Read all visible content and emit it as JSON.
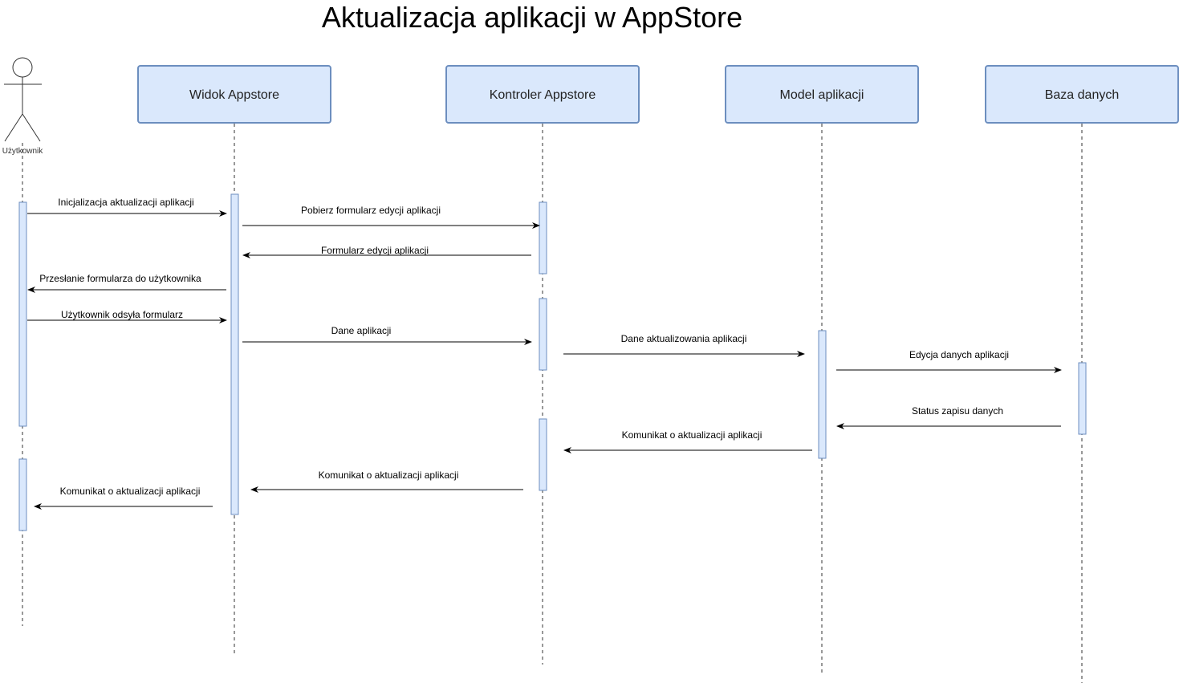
{
  "title": "Aktualizacja aplikacji w AppStore",
  "actor": {
    "label": "Użytkownik"
  },
  "participants": [
    {
      "id": "widok",
      "label": "Widok Appstore"
    },
    {
      "id": "kontroler",
      "label": "Kontroler Appstore"
    },
    {
      "id": "model",
      "label": "Model aplikacji"
    },
    {
      "id": "baza",
      "label": "Baza danych"
    }
  ],
  "messages": [
    {
      "label": "Inicjalizacja aktualizacji aplikacji",
      "from": "actor",
      "to": "widok"
    },
    {
      "label": "Pobierz formularz edycji aplikacji",
      "from": "widok",
      "to": "kontroler"
    },
    {
      "label": "Formularz edycji aplikacji",
      "from": "kontroler",
      "to": "widok"
    },
    {
      "label": "Przesłanie formularza do użytkownika",
      "from": "widok",
      "to": "actor"
    },
    {
      "label": "Użytkownik odsyła formularz",
      "from": "actor",
      "to": "widok"
    },
    {
      "label": "Dane aplikacji",
      "from": "widok",
      "to": "kontroler"
    },
    {
      "label": "Dane aktualizowania aplikacji",
      "from": "kontroler",
      "to": "model"
    },
    {
      "label": "Edycja danych aplikacji",
      "from": "model",
      "to": "baza"
    },
    {
      "label": "Status zapisu danych",
      "from": "baza",
      "to": "model"
    },
    {
      "label": "Komunikat o aktualizacji aplikacji",
      "from": "model",
      "to": "kontroler"
    },
    {
      "label": "Komunikat o aktualizacji aplikacji",
      "from": "kontroler",
      "to": "widok"
    },
    {
      "label": "Komunikat o aktualizacji aplikacji",
      "from": "widok",
      "to": "actor"
    }
  ],
  "colors": {
    "participant_fill": "#dae8fc",
    "participant_stroke": "#6c8ebf",
    "line": "#000000"
  }
}
